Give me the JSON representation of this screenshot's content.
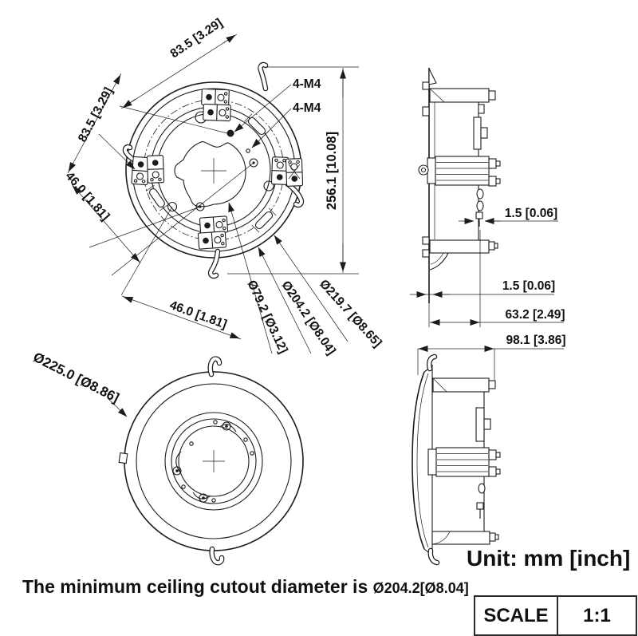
{
  "drawing": {
    "dims": {
      "d83_top": "83.5 [3.29]",
      "d83_left": "83.5 [3.29]",
      "m4_a": "4-M4",
      "m4_b": "4-M4",
      "d256": "256.1 [10.08]",
      "d46_left": "46.0 [1.81]",
      "d46_bottom": "46.0 [1.81]",
      "dia79": "Ø79.2 [Ø3.12]",
      "dia204": "Ø204.2 [Ø8.04]",
      "dia219": "Ø219.7 [Ø8.65]",
      "d15_tab": "1.5 [0.06]",
      "d15_flange": "1.5 [0.06]",
      "d63": "63.2 [2.49]",
      "d98": "98.1 [3.86]",
      "dia225": "Ø225.0 [Ø8.86]"
    },
    "note": {
      "prefix": "The minimum ceiling cutout diameter is ",
      "value": "Ø204.2[Ø8.04]"
    },
    "unit_label": "Unit: mm [inch]",
    "scale": {
      "label": "SCALE",
      "value": "1:1"
    },
    "colors": {
      "ink": "#1c1c1c",
      "background": "#ffffff"
    }
  }
}
